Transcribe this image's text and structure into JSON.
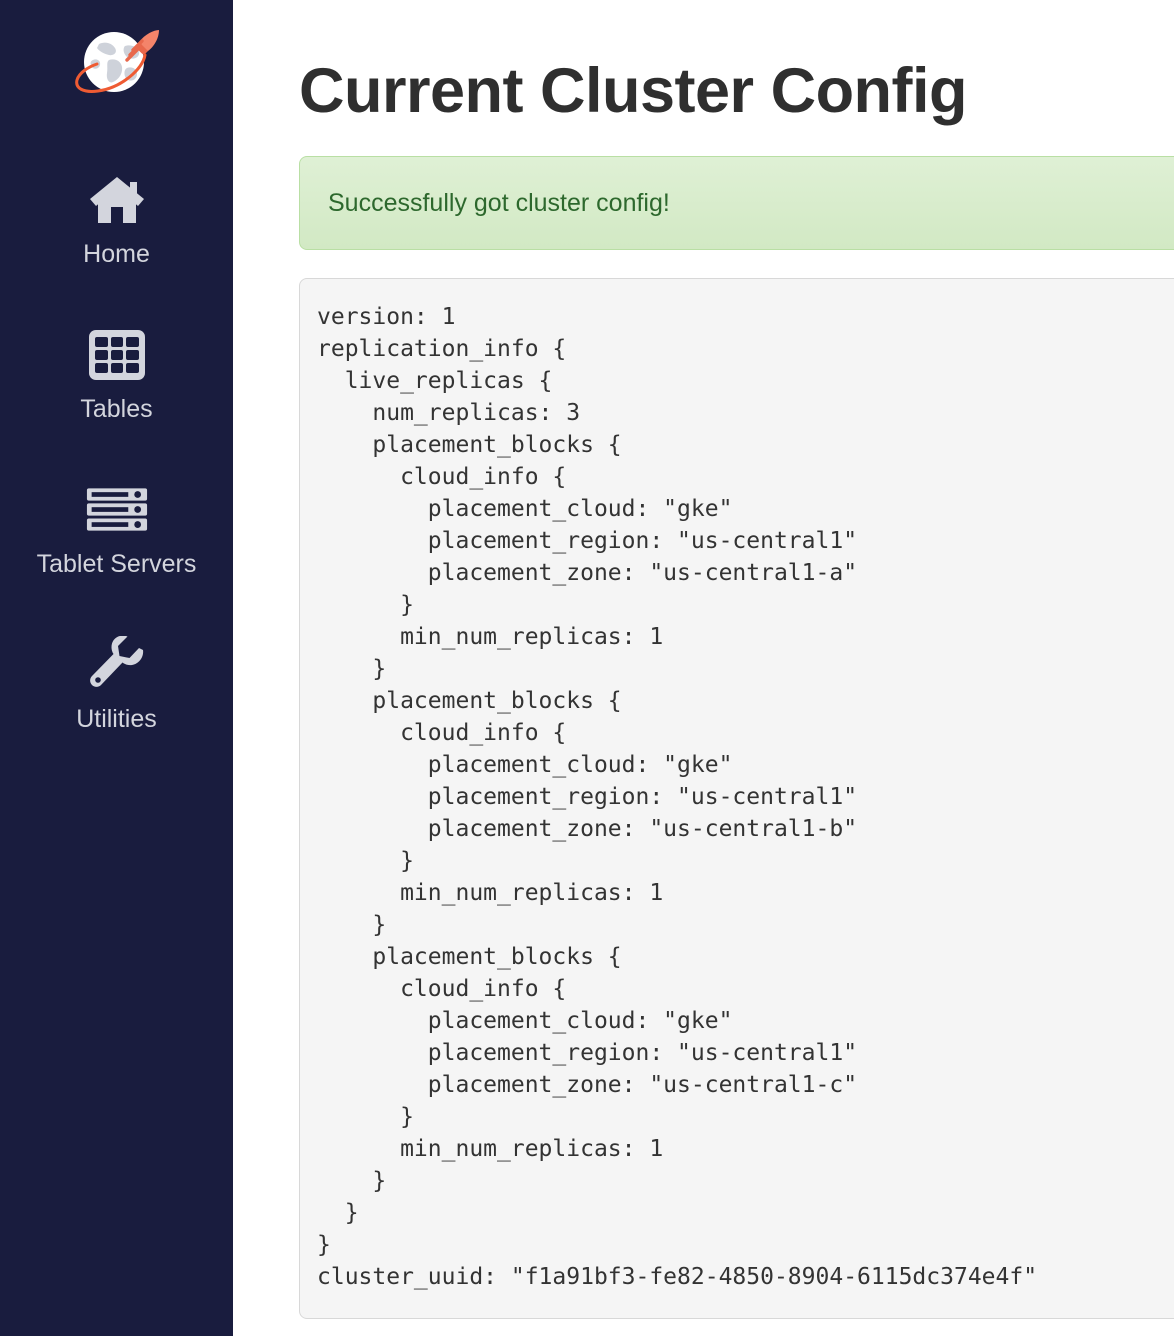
{
  "sidebar": {
    "logo_name": "yugabyte-rocket-globe-logo",
    "background_color": "#191C3E",
    "items": [
      {
        "label": "Home",
        "icon": "home-icon"
      },
      {
        "label": "Tables",
        "icon": "table-grid-icon"
      },
      {
        "label": "Tablet Servers",
        "icon": "server-stack-icon"
      },
      {
        "label": "Utilities",
        "icon": "wrench-icon"
      }
    ]
  },
  "main": {
    "page_title": "Current Cluster Config",
    "alert": {
      "message": "Successfully got cluster config!",
      "type": "success",
      "text_color": "#2d682d",
      "background_color": "#dff0d5",
      "border_color": "#b9dfa4"
    },
    "cluster_config": {
      "background_color": "#f5f5f5",
      "text": "version: 1\nreplication_info {\n  live_replicas {\n    num_replicas: 3\n    placement_blocks {\n      cloud_info {\n        placement_cloud: \"gke\"\n        placement_region: \"us-central1\"\n        placement_zone: \"us-central1-a\"\n      }\n      min_num_replicas: 1\n    }\n    placement_blocks {\n      cloud_info {\n        placement_cloud: \"gke\"\n        placement_region: \"us-central1\"\n        placement_zone: \"us-central1-b\"\n      }\n      min_num_replicas: 1\n    }\n    placement_blocks {\n      cloud_info {\n        placement_cloud: \"gke\"\n        placement_region: \"us-central1\"\n        placement_zone: \"us-central1-c\"\n      }\n      min_num_replicas: 1\n    }\n  }\n}\ncluster_uuid: \"f1a91bf3-fe82-4850-8904-6115dc374e4f\"",
      "values": {
        "version": "1",
        "num_replicas": "3",
        "placement_cloud": "gke",
        "placement_region": "us-central1",
        "placement_zones": [
          "us-central1-a",
          "us-central1-b",
          "us-central1-c"
        ],
        "min_num_replicas": "1",
        "cluster_uuid": "f1a91bf3-fe82-4850-8904-6115dc374e4f"
      }
    }
  }
}
